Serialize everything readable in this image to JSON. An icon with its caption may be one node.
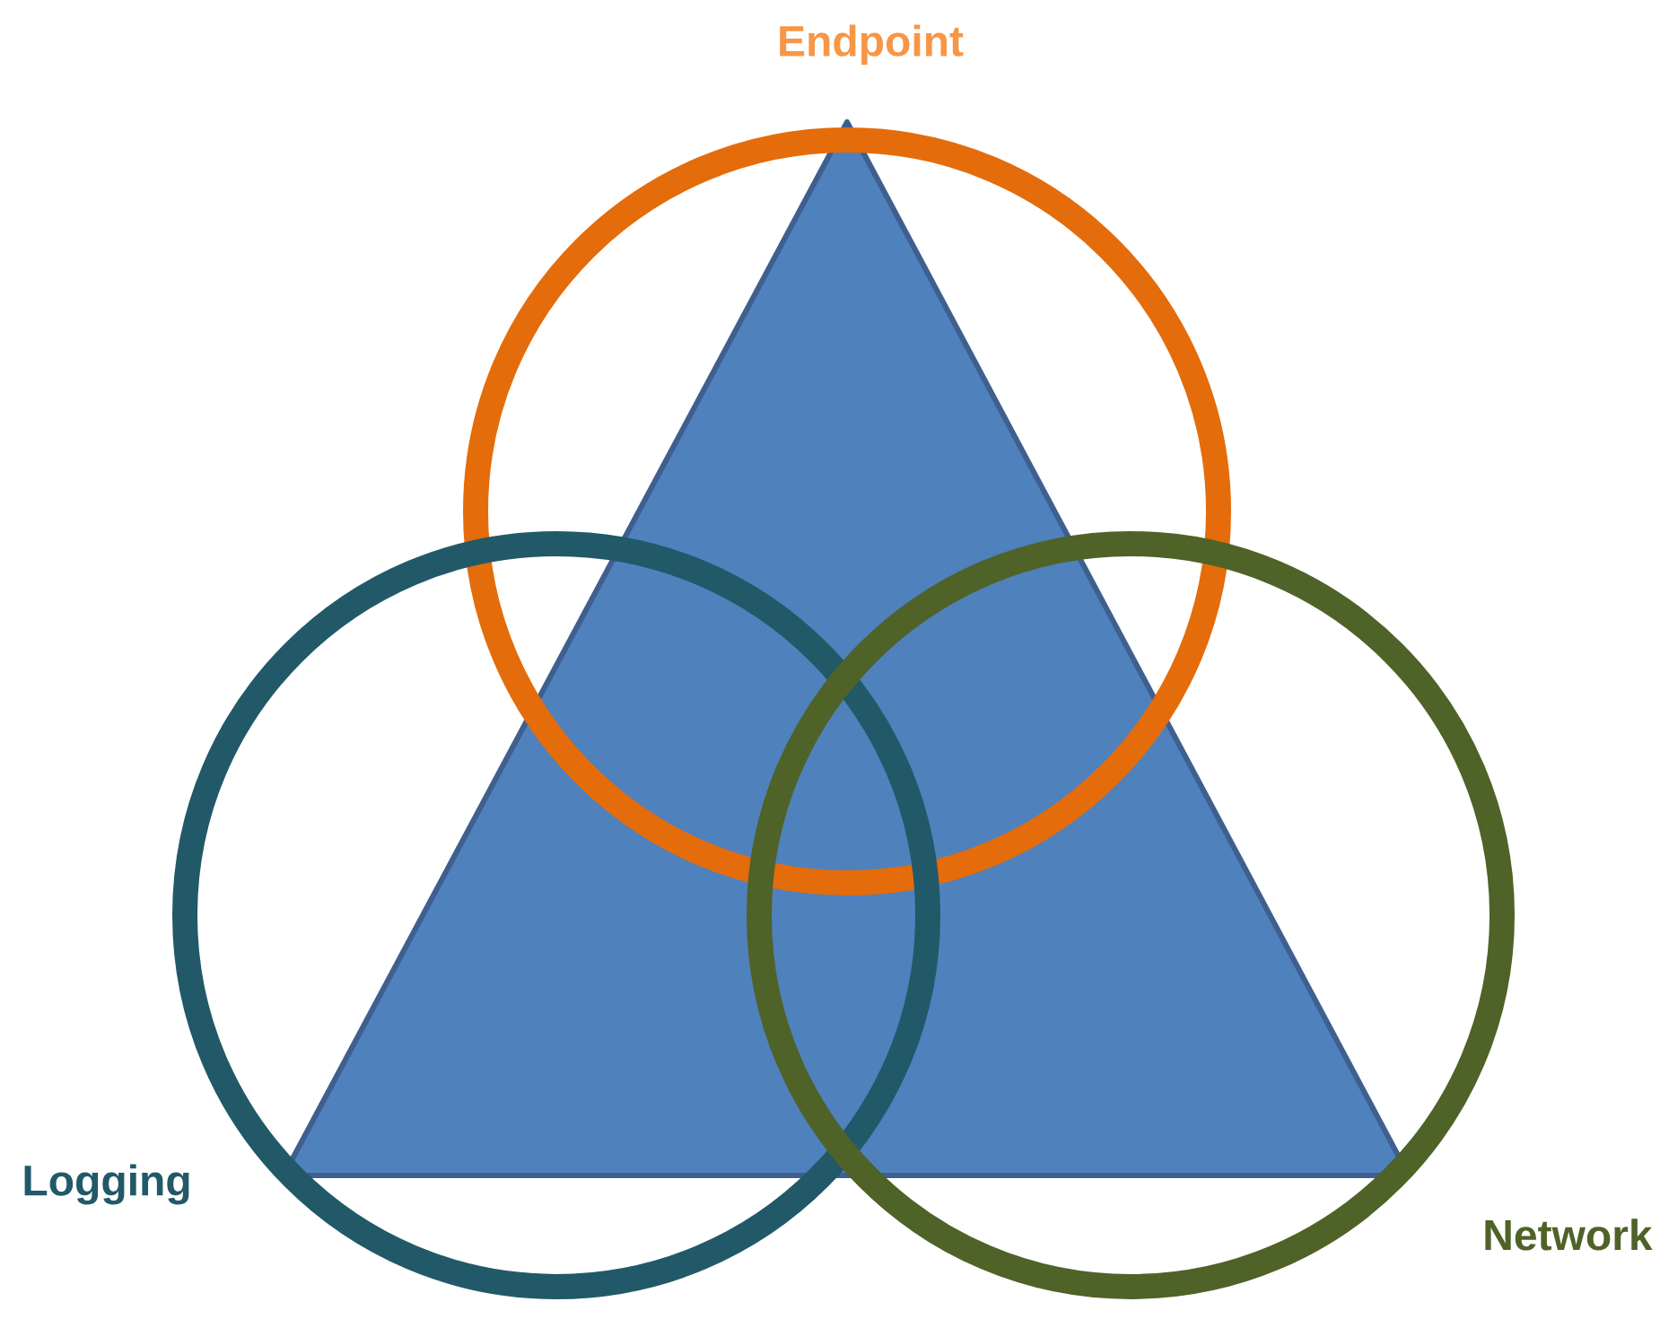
{
  "diagram": {
    "nodes": [
      {
        "text": [
          "Endpoint"
        ]
      },
      {
        "text": [
          "Logging"
        ]
      },
      {
        "text": [
          "Network"
        ]
      }
    ]
  }
}
